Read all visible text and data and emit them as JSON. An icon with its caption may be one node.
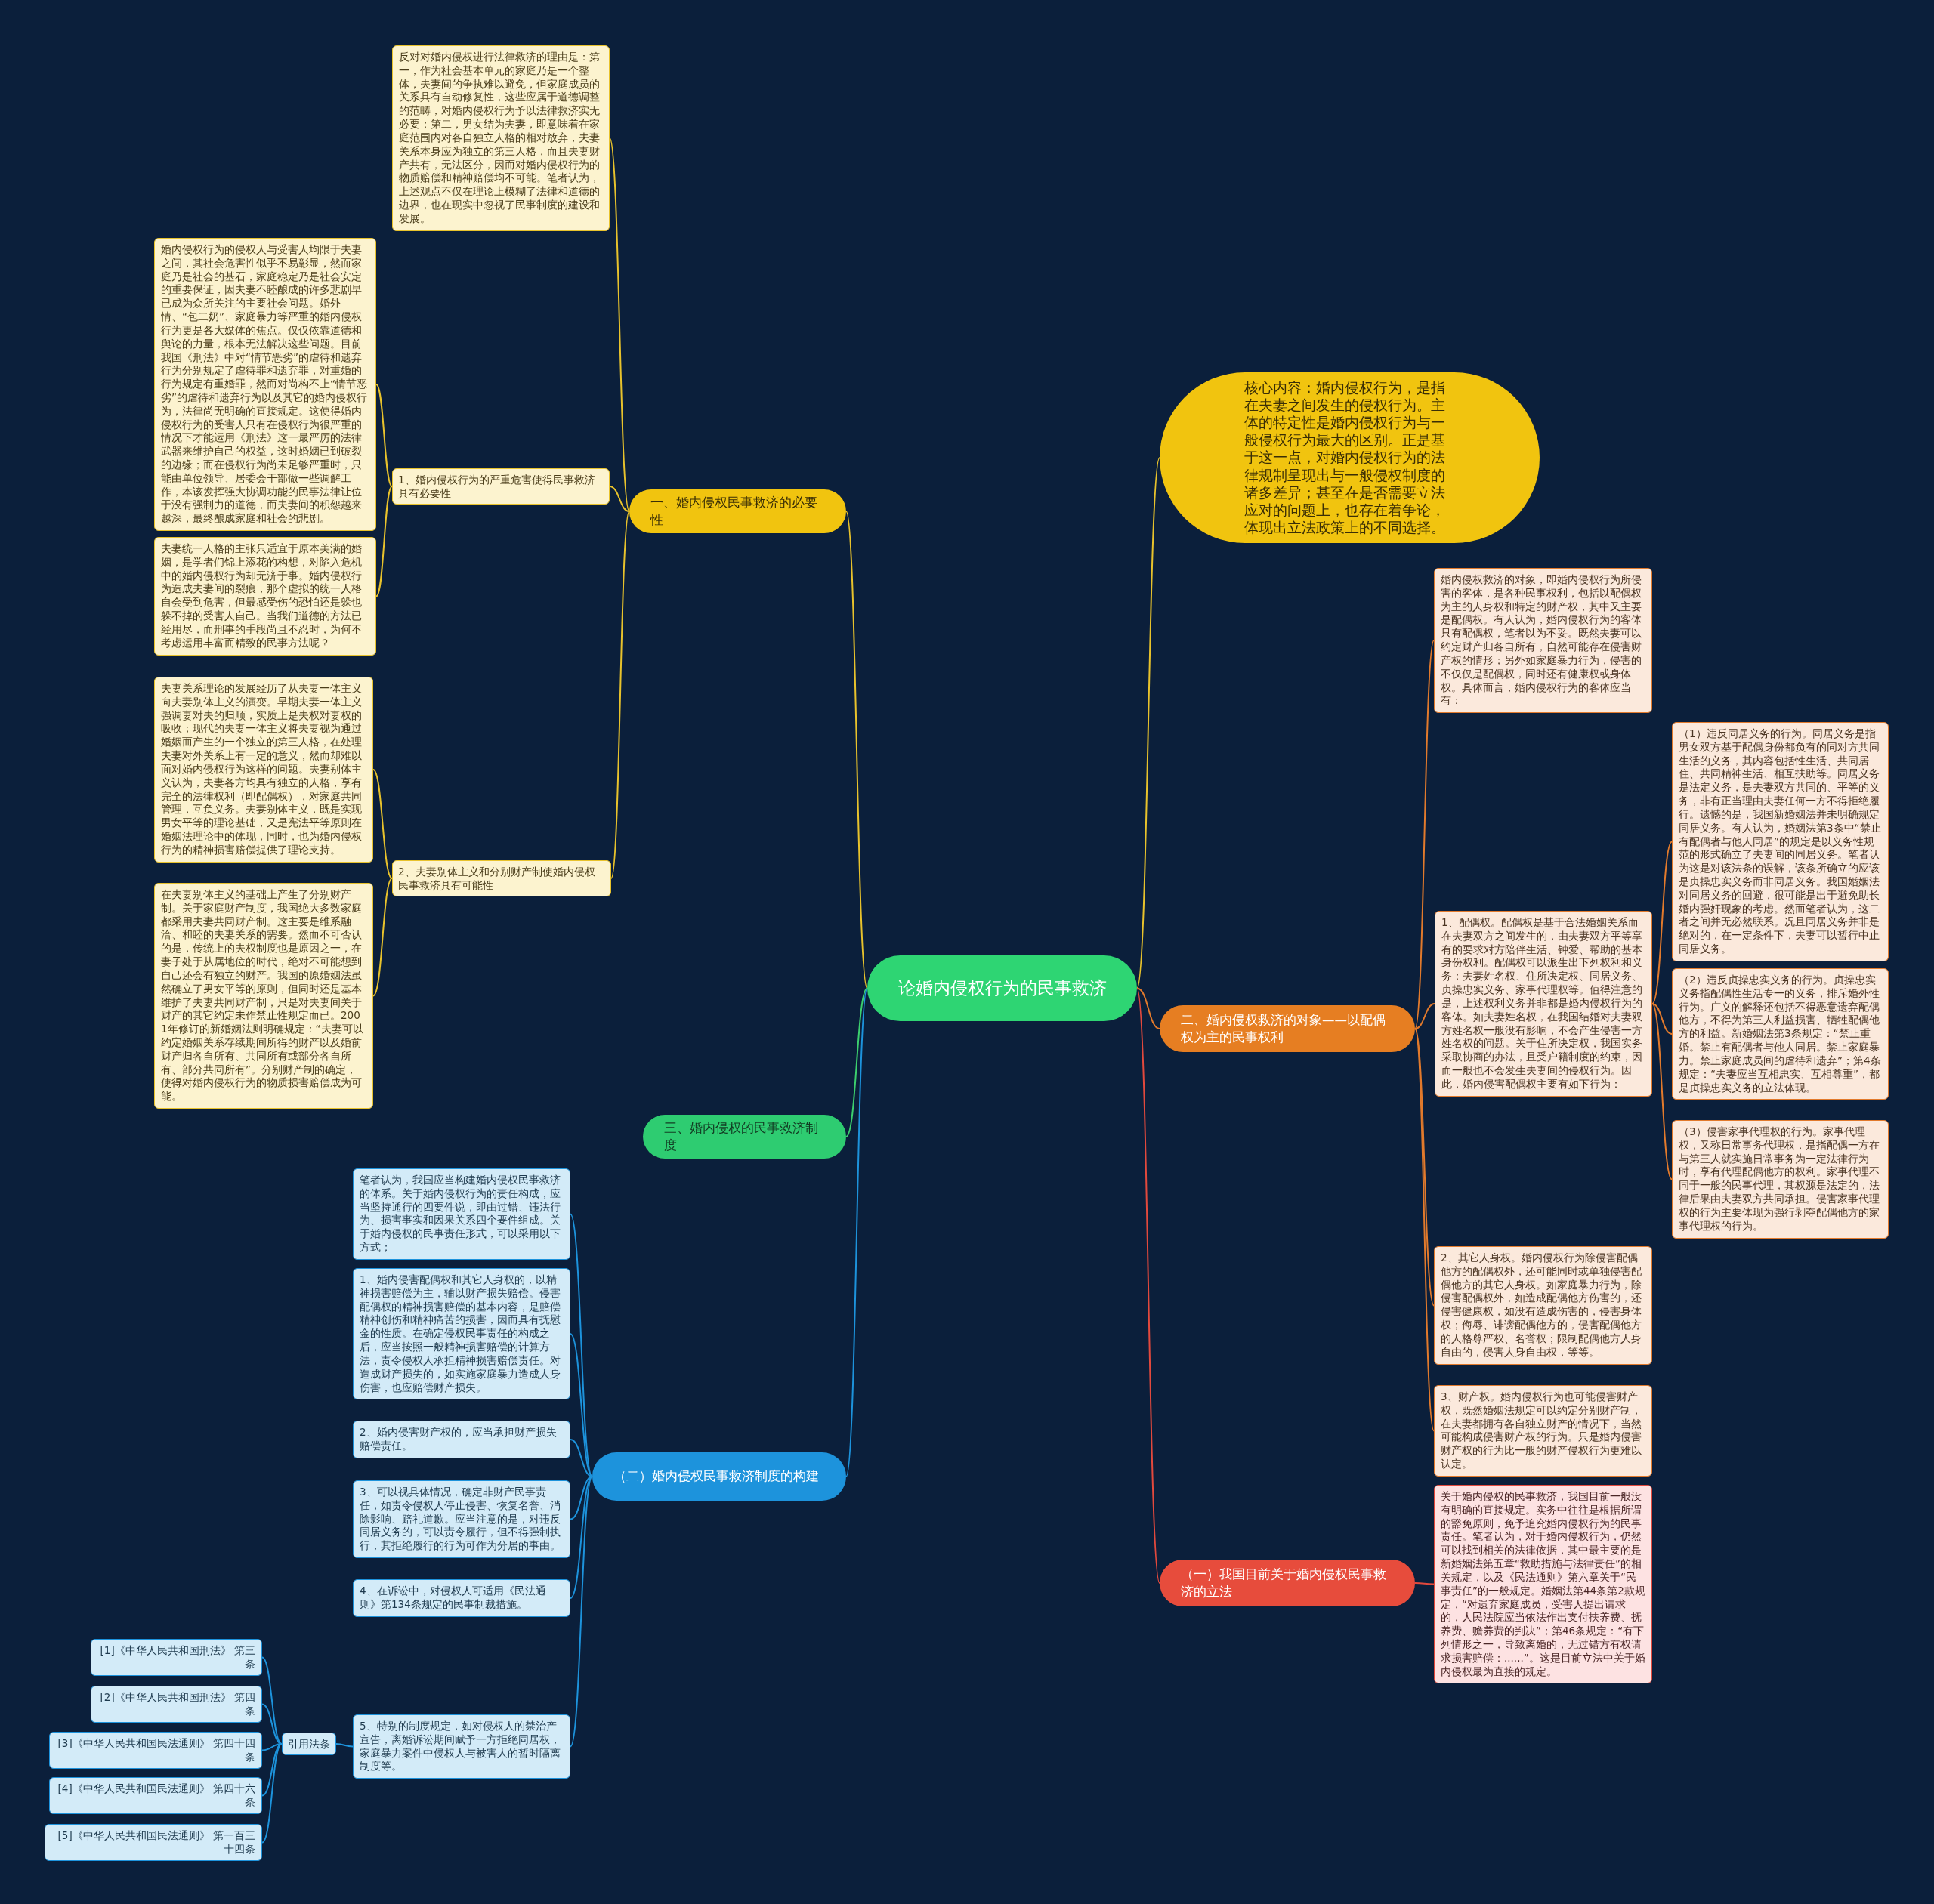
{
  "diagram": {
    "nodes": [
      {
        "text": [
          "论婚内侵权行为的民事救济"
        ]
      },
      {
        "text": [
          "一、婚内侵权民事救济的必要性"
        ]
      },
      {
        "text": [
          "反对对婚内侵权进行法律救济的理由是：第一，作为社会基本单元的家庭乃是一个整体，夫妻间的争执难以避免，但家庭成员的关系具有自动修复性，这些应属于道德调整的范畴，对婚内侵权行为予以法律救济实无必要；第二，男女结为夫妻，即意味着在家庭范围内对各自独立人格的相对放弃，夫妻关系本身应为独立的第三人格，而且夫妻财产共有，无法区分，因而对婚内侵权行为的物质赔偿和精神赔偿均不可能。笔者认为，上述观点不仅在理论上模糊了法律和道德的边界，也在现实中忽视了民事制度的建设和发展。"
        ]
      },
      {
        "text": [
          "1、婚内侵权行为的严重危害使得民事救济具有必要性"
        ]
      },
      {
        "text": [
          "婚内侵权行为的侵权人与受害人均限于夫妻之间，其社会危害性似乎不易彰显，然而家庭乃是社会的基石，家庭稳定乃是社会安定的重要保证，因夫妻不睦酿成的许多悲剧早已成为众所关注的主要社会问题。婚外情、“包二奶”、家庭暴力等严重的婚内侵权行为更是各大媒体的焦点。仅仅依靠道德和舆论的力量，根本无法解决这些问题。目前我国《刑法》中对“情节恶劣”的虐待和遗弃行为分别规定了虐待罪和遗弃罪，对重婚的行为规定有重婚罪，然而对尚构不上“情节恶劣”的虐待和遗弃行为以及其它的婚内侵权行为，法律尚无明确的直接规定。这使得婚内侵权行为的受害人只有在侵权行为很严重的情况下才能运用《刑法》这一最严厉的法律武器来维护自己的权益，这时婚姻已到破裂的边缘；而在侵权行为尚未足够严重时，只能由单位领导、居委会干部做一些调解工作，本该发挥强大协调功能的民事法律让位于没有强制力的道德，而夫妻间的积怨越来越深，最终酿成家庭和社会的悲剧。"
        ]
      },
      {
        "text": [
          "夫妻统一人格的主张只适宜于原本美满的婚姻，是学者们锦上添花的构想，对陷入危机中的婚内侵权行为却无济于事。婚内侵权行为造成夫妻间的裂痕，那个虚拟的统一人格自会受到危害，但最感受伤的恐怕还是躲也躲不掉的受害人自己。当我们道德的方法已经用尽，而刑事的手段尚且不忍时，为何不考虑运用丰富而精致的民事方法呢？"
        ]
      },
      {
        "text": [
          "2、夫妻别体主义和分别财产制使婚内侵权民事救济具有可能性"
        ]
      },
      {
        "text": [
          "夫妻关系理论的发展经历了从夫妻一体主义向夫妻别体主义的演变。早期夫妻一体主义强调妻对夫的归顺，实质上是夫权对妻权的吸收；现代的夫妻一体主义将夫妻视为通过婚姻而产生的一个独立的第三人格，在处理夫妻对外关系上有一定的意义，然而却难以面对婚内侵权行为这样的问题。夫妻别体主义认为，夫妻各方均具有独立的人格，享有完全的法律权利（即配偶权），对家庭共同管理，互负义务。夫妻别体主义，既是实现男女平等的理论基础，又是宪法平等原则在婚姻法理论中的体现，同时，也为婚内侵权行为的精神损害赔偿提供了理论支持。"
        ]
      },
      {
        "text": [
          "在夫妻别体主义的基础上产生了分别财产制。关于家庭财产制度，我国绝大多数家庭都采用夫妻共同财产制。这主要是维系融洽、和睦的夫妻关系的需要。然而不可否认的是，传统上的夫权制度也是原因之一，在妻子处于从属地位的时代，绝对不可能想到自己还会有独立的财产。我国的原婚姻法虽然确立了男女平等的原则，但同时还是基本维护了夫妻共同财产制，只是对夫妻间关于财产的其它约定未作禁止性规定而已。2001年修订的新婚姻法则明确规定：“夫妻可以约定婚姻关系存续期间所得的财产以及婚前财产归各自所有、共同所有或部分各自所有、部分共同所有”。分别财产制的确定，使得对婚内侵权行为的物质损害赔偿成为可能。"
        ]
      },
      {
        "text": [
          "核心内容：婚内侵权行为，是指在夫妻之间发生的侵权行为。主体的特定性是婚内侵权行为与一般侵权行为最大的区别。正是基于这一点，对婚内侵权行为的法律规制呈现出与一般侵权制度的诸多差异；甚至在是否需要立法应对的问题上，也存在着争论，体现出立法政策上的不同选择。"
        ]
      },
      {
        "text": [
          "二、婚内侵权救济的对象——以配偶权为主的民事权利"
        ]
      },
      {
        "text": [
          "婚内侵权救济的对象，即婚内侵权行为所侵害的客体，是各种民事权利，包括以配偶权为主的人身权和特定的财产权，其中又主要是配偶权。有人认为，婚内侵权行为的客体只有配偶权，笔者以为不妥。既然夫妻可以约定财产归各自所有，自然可能存在侵害财产权的情形；另外如家庭暴力行为，侵害的不仅仅是配偶权，同时还有健康权或身体权。具体而言，婚内侵权行为的客体应当有："
        ]
      },
      {
        "text": [
          "1、配偶权。配偶权是基于合法婚姻关系而在夫妻双方之间发生的，由夫妻双方平等享有的要求对方陪伴生活、钟爱、帮助的基本身份权利。配偶权可以派生出下列权利和义务：夫妻姓名权、住所决定权、同居义务、贞操忠实义务、家事代理权等。值得注意的是，上述权利义务并非都是婚内侵权行为的客体。如夫妻姓名权，在我国结婚对夫妻双方姓名权一般没有影响，不会产生侵害一方姓名权的问题。关于住所决定权，我国实务采取协商的办法，且受户籍制度的约束，因而一般也不会发生夫妻间的侵权行为。因此，婚内侵害配偶权主要有如下行为："
        ]
      },
      {
        "text": [
          "（1）违反同居义务的行为。同居义务是指男女双方基于配偶身份都负有的同对方共同生活的义务，其内容包括性生活、共同居住、共同精神生活、相互扶助等。同居义务是法定义务，是夫妻双方共同的、平等的义务，非有正当理由夫妻任何一方不得拒绝履行。遗憾的是，我国新婚姻法并未明确规定同居义务。有人认为，婚姻法第3条中“禁止有配偶者与他人同居”的规定是以义务性规范的形式确立了夫妻间的同居义务。笔者认为这是对该法条的误解，该条所确立的应该是贞操忠实义务而非同居义务。我国婚姻法对同居义务的回避，很可能是出于避免助长婚内强奸现象的考虑。然而笔者认为，这二者之间并无必然联系。况且同居义务并非是绝对的，在一定条件下，夫妻可以暂行中止同居义务。"
        ]
      },
      {
        "text": [
          "（2）违反贞操忠实义务的行为。贞操忠实义务指配偶性生活专一的义务，排斥婚外性行为。广义的解释还包括不得恶意遗弃配偶他方，不得为第三人利益损害、牺牲配偶他方的利益。新婚姻法第3条规定：“禁止重婚。禁止有配偶者与他人同居。禁止家庭暴力。禁止家庭成员间的虐待和遗弃”；第4条规定：“夫妻应当互相忠实、互相尊重”，都是贞操忠实义务的立法体现。"
        ]
      },
      {
        "text": [
          "（3）侵害家事代理权的行为。家事代理权，又称日常事务代理权，是指配偶一方在与第三人就实施日常事务为一定法律行为时，享有代理配偶他方的权利。家事代理不同于一般的民事代理，其权源是法定的，法律后果由夫妻双方共同承担。侵害家事代理权的行为主要体现为强行剥夺配偶他方的家事代理权的行为。"
        ]
      },
      {
        "text": [
          "2、其它人身权。婚内侵权行为除侵害配偶他方的配偶权外，还可能同时或单独侵害配偶他方的其它人身权。如家庭暴力行为，除侵害配偶权外，如造成配偶他方伤害的，还侵害健康权，如没有造成伤害的，侵害身体权；侮辱、诽谤配偶他方的，侵害配偶他方的人格尊严权、名誉权；限制配偶他方人身自由的，侵害人身自由权，等等。"
        ]
      },
      {
        "text": [
          "3、财产权。婚内侵权行为也可能侵害财产权，既然婚姻法规定可以约定分别财产制，在夫妻都拥有各自独立财产的情况下，当然可能构成侵害财产权的行为。只是婚内侵害财产权的行为比一般的财产侵权行为更难以认定。"
        ]
      },
      {
        "text": [
          "（一）我国目前关于婚内侵权民事救济的立法"
        ]
      },
      {
        "text": [
          "关于婚内侵权的民事救济，我国目前一般没有明确的直接规定。实务中往往是根据所谓的豁免原则，免予追究婚内侵权行为的民事责任。笔者认为，对于婚内侵权行为，仍然可以找到相关的法律依据，其中最主要的是新婚姻法第五章“救助措施与法律责任”的相关规定，以及《民法通则》第六章关于“民事责任”的一般规定。婚姻法第44条第2款规定，“对遗弃家庭成员，受害人提出请求的，人民法院应当依法作出支付扶养费、抚养费、赡养费的判决”；第46条规定：“有下列情形之一，导致离婚的，无过错方有权请求损害赔偿：......”。这是目前立法中关于婚内侵权最为直接的规定。"
        ]
      },
      {
        "text": [
          "三、婚内侵权的民事救济制度"
        ]
      },
      {
        "text": [
          "（二）婚内侵权民事救济制度的构建"
        ]
      },
      {
        "text": [
          "笔者认为，我国应当构建婚内侵权民事救济的体系。关于婚内侵权行为的责任构成，应当坚持通行的四要件说，即由过错、违法行为、损害事实和因果关系四个要件组成。关于婚内侵权的民事责任形式，可以采用以下方式；"
        ]
      },
      {
        "text": [
          "1、婚内侵害配偶权和其它人身权的，以精神损害赔偿为主，辅以财产损失赔偿。侵害配偶权的精神损害赔偿的基本内容，是赔偿精神创伤和精神痛苦的损害，因而具有抚慰金的性质。在确定侵权民事责任的构成之后，应当按照一般精神损害赔偿的计算方法，责令侵权人承担精神损害赔偿责任。对造成财产损失的，如实施家庭暴力造成人身伤害，也应赔偿财产损失。"
        ]
      },
      {
        "text": [
          "2、婚内侵害财产权的，应当承担财产损失赔偿责任。"
        ]
      },
      {
        "text": [
          "3、可以视具体情况，确定非财产民事责任，如责令侵权人停止侵害、恢复名誉、消除影响、赔礼道歉。应当注意的是，对违反同居义务的，可以责令履行，但不得强制执行，其拒绝履行的行为可作为分居的事由。"
        ]
      },
      {
        "text": [
          "4、在诉讼中，对侵权人可适用《民法通则》第134条规定的民事制裁措施。"
        ]
      },
      {
        "text": [
          "5、特别的制度规定，如对侵权人的禁治产宣告，离婚诉讼期间赋予一方拒绝同居权，家庭暴力案件中侵权人与被害人的暂时隔离制度等。"
        ]
      },
      {
        "text": [
          "引用法条"
        ]
      },
      {
        "text": [
          "[1]《中华人民共和国刑法》 第三条"
        ]
      },
      {
        "text": [
          "[2]《中华人民共和国刑法》 第四条"
        ]
      },
      {
        "text": [
          "[3]《中华人民共和国民法通则》 第四十四条"
        ]
      },
      {
        "text": [
          "[4]《中华人民共和国民法通则》 第四十六条"
        ]
      },
      {
        "text": [
          "[5]《中华人民共和国民法通则》 第一百三十四条"
        ]
      }
    ],
    "edges": [
      {
        "from": 0,
        "to": 1,
        "arrow": "none",
        "color": "#e8c22c"
      },
      {
        "from": 1,
        "to": 2,
        "arrow": "none",
        "color": "#e8c22c"
      },
      {
        "from": 1,
        "to": 3,
        "arrow": "none",
        "color": "#e8c22c"
      },
      {
        "from": 3,
        "to": 4,
        "arrow": "none",
        "color": "#e8c22c"
      },
      {
        "from": 3,
        "to": 5,
        "arrow": "none",
        "color": "#e8c22c"
      },
      {
        "from": 1,
        "to": 6,
        "arrow": "none",
        "color": "#e8c22c"
      },
      {
        "from": 6,
        "to": 7,
        "arrow": "none",
        "color": "#e8c22c"
      },
      {
        "from": 6,
        "to": 8,
        "arrow": "none",
        "color": "#e8c22c"
      },
      {
        "from": 0,
        "to": 9,
        "arrow": "none",
        "color": "#e8c22c"
      },
      {
        "from": 0,
        "to": 10,
        "arrow": "none",
        "color": "#e27a2c"
      },
      {
        "from": 10,
        "to": 11,
        "arrow": "none",
        "color": "#e27a2c"
      },
      {
        "from": 10,
        "to": 12,
        "arrow": "none",
        "color": "#e27a2c"
      },
      {
        "from": 12,
        "to": 13,
        "arrow": "none",
        "color": "#e27a2c"
      },
      {
        "from": 12,
        "to": 14,
        "arrow": "none",
        "color": "#e27a2c"
      },
      {
        "from": 12,
        "to": 15,
        "arrow": "none",
        "color": "#e27a2c"
      },
      {
        "from": 10,
        "to": 16,
        "arrow": "none",
        "color": "#e27a2c"
      },
      {
        "from": 10,
        "to": 17,
        "arrow": "none",
        "color": "#e27a2c"
      },
      {
        "from": 0,
        "to": 18,
        "arrow": "none",
        "color": "#e2493d"
      },
      {
        "from": 18,
        "to": 19,
        "arrow": "none",
        "color": "#e2493d"
      },
      {
        "from": 0,
        "to": 20,
        "arrow": "none",
        "color": "#3ccf6e"
      },
      {
        "from": 0,
        "to": 21,
        "arrow": "none"
      },
      {
        "from": 21,
        "to": 22,
        "arrow": "none"
      },
      {
        "from": 21,
        "to": 23,
        "arrow": "none"
      },
      {
        "from": 21,
        "to": 24,
        "arrow": "none"
      },
      {
        "from": 21,
        "to": 25,
        "arrow": "none"
      },
      {
        "from": 21,
        "to": 26,
        "arrow": "none"
      },
      {
        "from": 21,
        "to": 27,
        "arrow": "none"
      },
      {
        "from": 27,
        "to": 28,
        "arrow": "none"
      },
      {
        "from": 28,
        "to": 29,
        "arrow": "none"
      },
      {
        "from": 28,
        "to": 30,
        "arrow": "none"
      },
      {
        "from": 28,
        "to": 31,
        "arrow": "none"
      },
      {
        "from": 28,
        "to": 32,
        "arrow": "none"
      },
      {
        "from": 28,
        "to": 33,
        "arrow": "none"
      }
    ]
  }
}
